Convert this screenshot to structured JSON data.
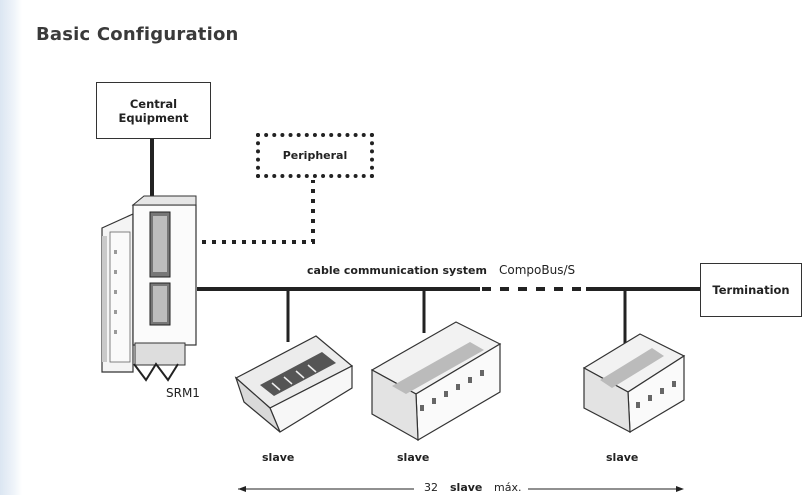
{
  "title": "Basic Configuration",
  "boxes": {
    "central": "Central\nEquipment",
    "peripheral": "Peripheral",
    "termination": "Termination"
  },
  "bus": {
    "label": "cable communication system",
    "protocol": "CompoBus/S"
  },
  "master_label": "SRM1",
  "slaves": [
    "slave",
    "slave",
    "slave"
  ],
  "range": {
    "count": "32",
    "word": "slave",
    "suffix": "máx."
  }
}
